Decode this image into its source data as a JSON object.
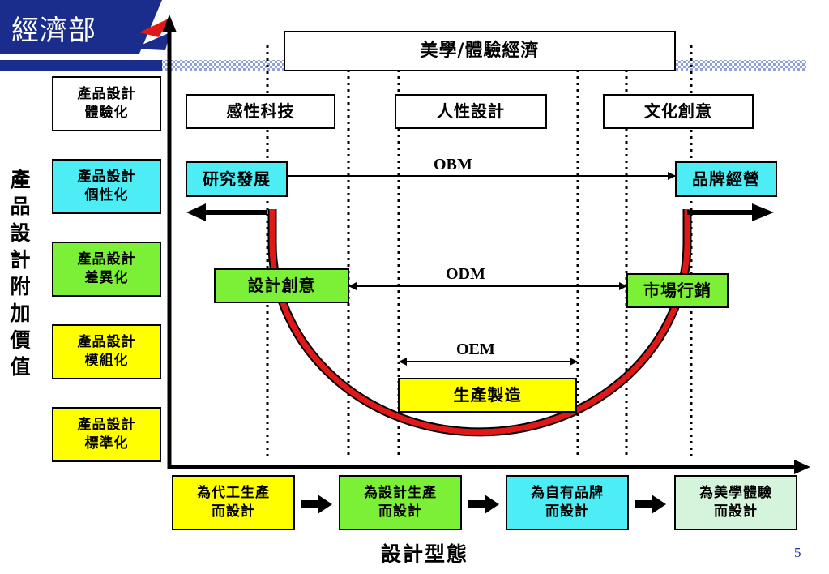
{
  "header": {
    "logo_text": "經濟部",
    "colors": {
      "navy": "#1b2d8c",
      "logo_red": "#e01818",
      "grid_blue": "#8ea2d8"
    }
  },
  "top_banner": "美學/體驗經濟",
  "y_axis": {
    "label": "產品設計附加價值",
    "levels": [
      {
        "line1": "產品設計",
        "line2": "體驗化",
        "color": "#ffffff"
      },
      {
        "line1": "產品設計",
        "line2": "個性化",
        "color": "#4dedf5"
      },
      {
        "line1": "產品設計",
        "line2": "差異化",
        "color": "#7cf037"
      },
      {
        "line1": "產品設計",
        "line2": "模組化",
        "color": "#ffff00"
      },
      {
        "line1": "產品設計",
        "line2": "標準化",
        "color": "#ffff00"
      }
    ]
  },
  "categories": [
    "感性科技",
    "人性設計",
    "文化創意"
  ],
  "flows": {
    "obm": {
      "label": "OBM",
      "left": "研究發展",
      "right": "品牌經營",
      "color": "#4dedf5"
    },
    "odm": {
      "label": "ODM",
      "left": "設計創意",
      "right": "市場行銷",
      "color": "#7cf037"
    },
    "oem": {
      "label": "OEM",
      "center": "生產製造",
      "color": "#ffff00"
    }
  },
  "x_axis": {
    "label": "設計型態",
    "stages": [
      {
        "line1": "為代工生產",
        "line2": "而設計",
        "color": "#ffff00"
      },
      {
        "line1": "為設計生產",
        "line2": "而設計",
        "color": "#7cf037"
      },
      {
        "line1": "為自有品牌",
        "line2": "而設計",
        "color": "#4dedf5"
      },
      {
        "line1": "為美學體驗",
        "line2": "而設計",
        "color": "#d4f5dc"
      }
    ]
  },
  "page_number": "5"
}
